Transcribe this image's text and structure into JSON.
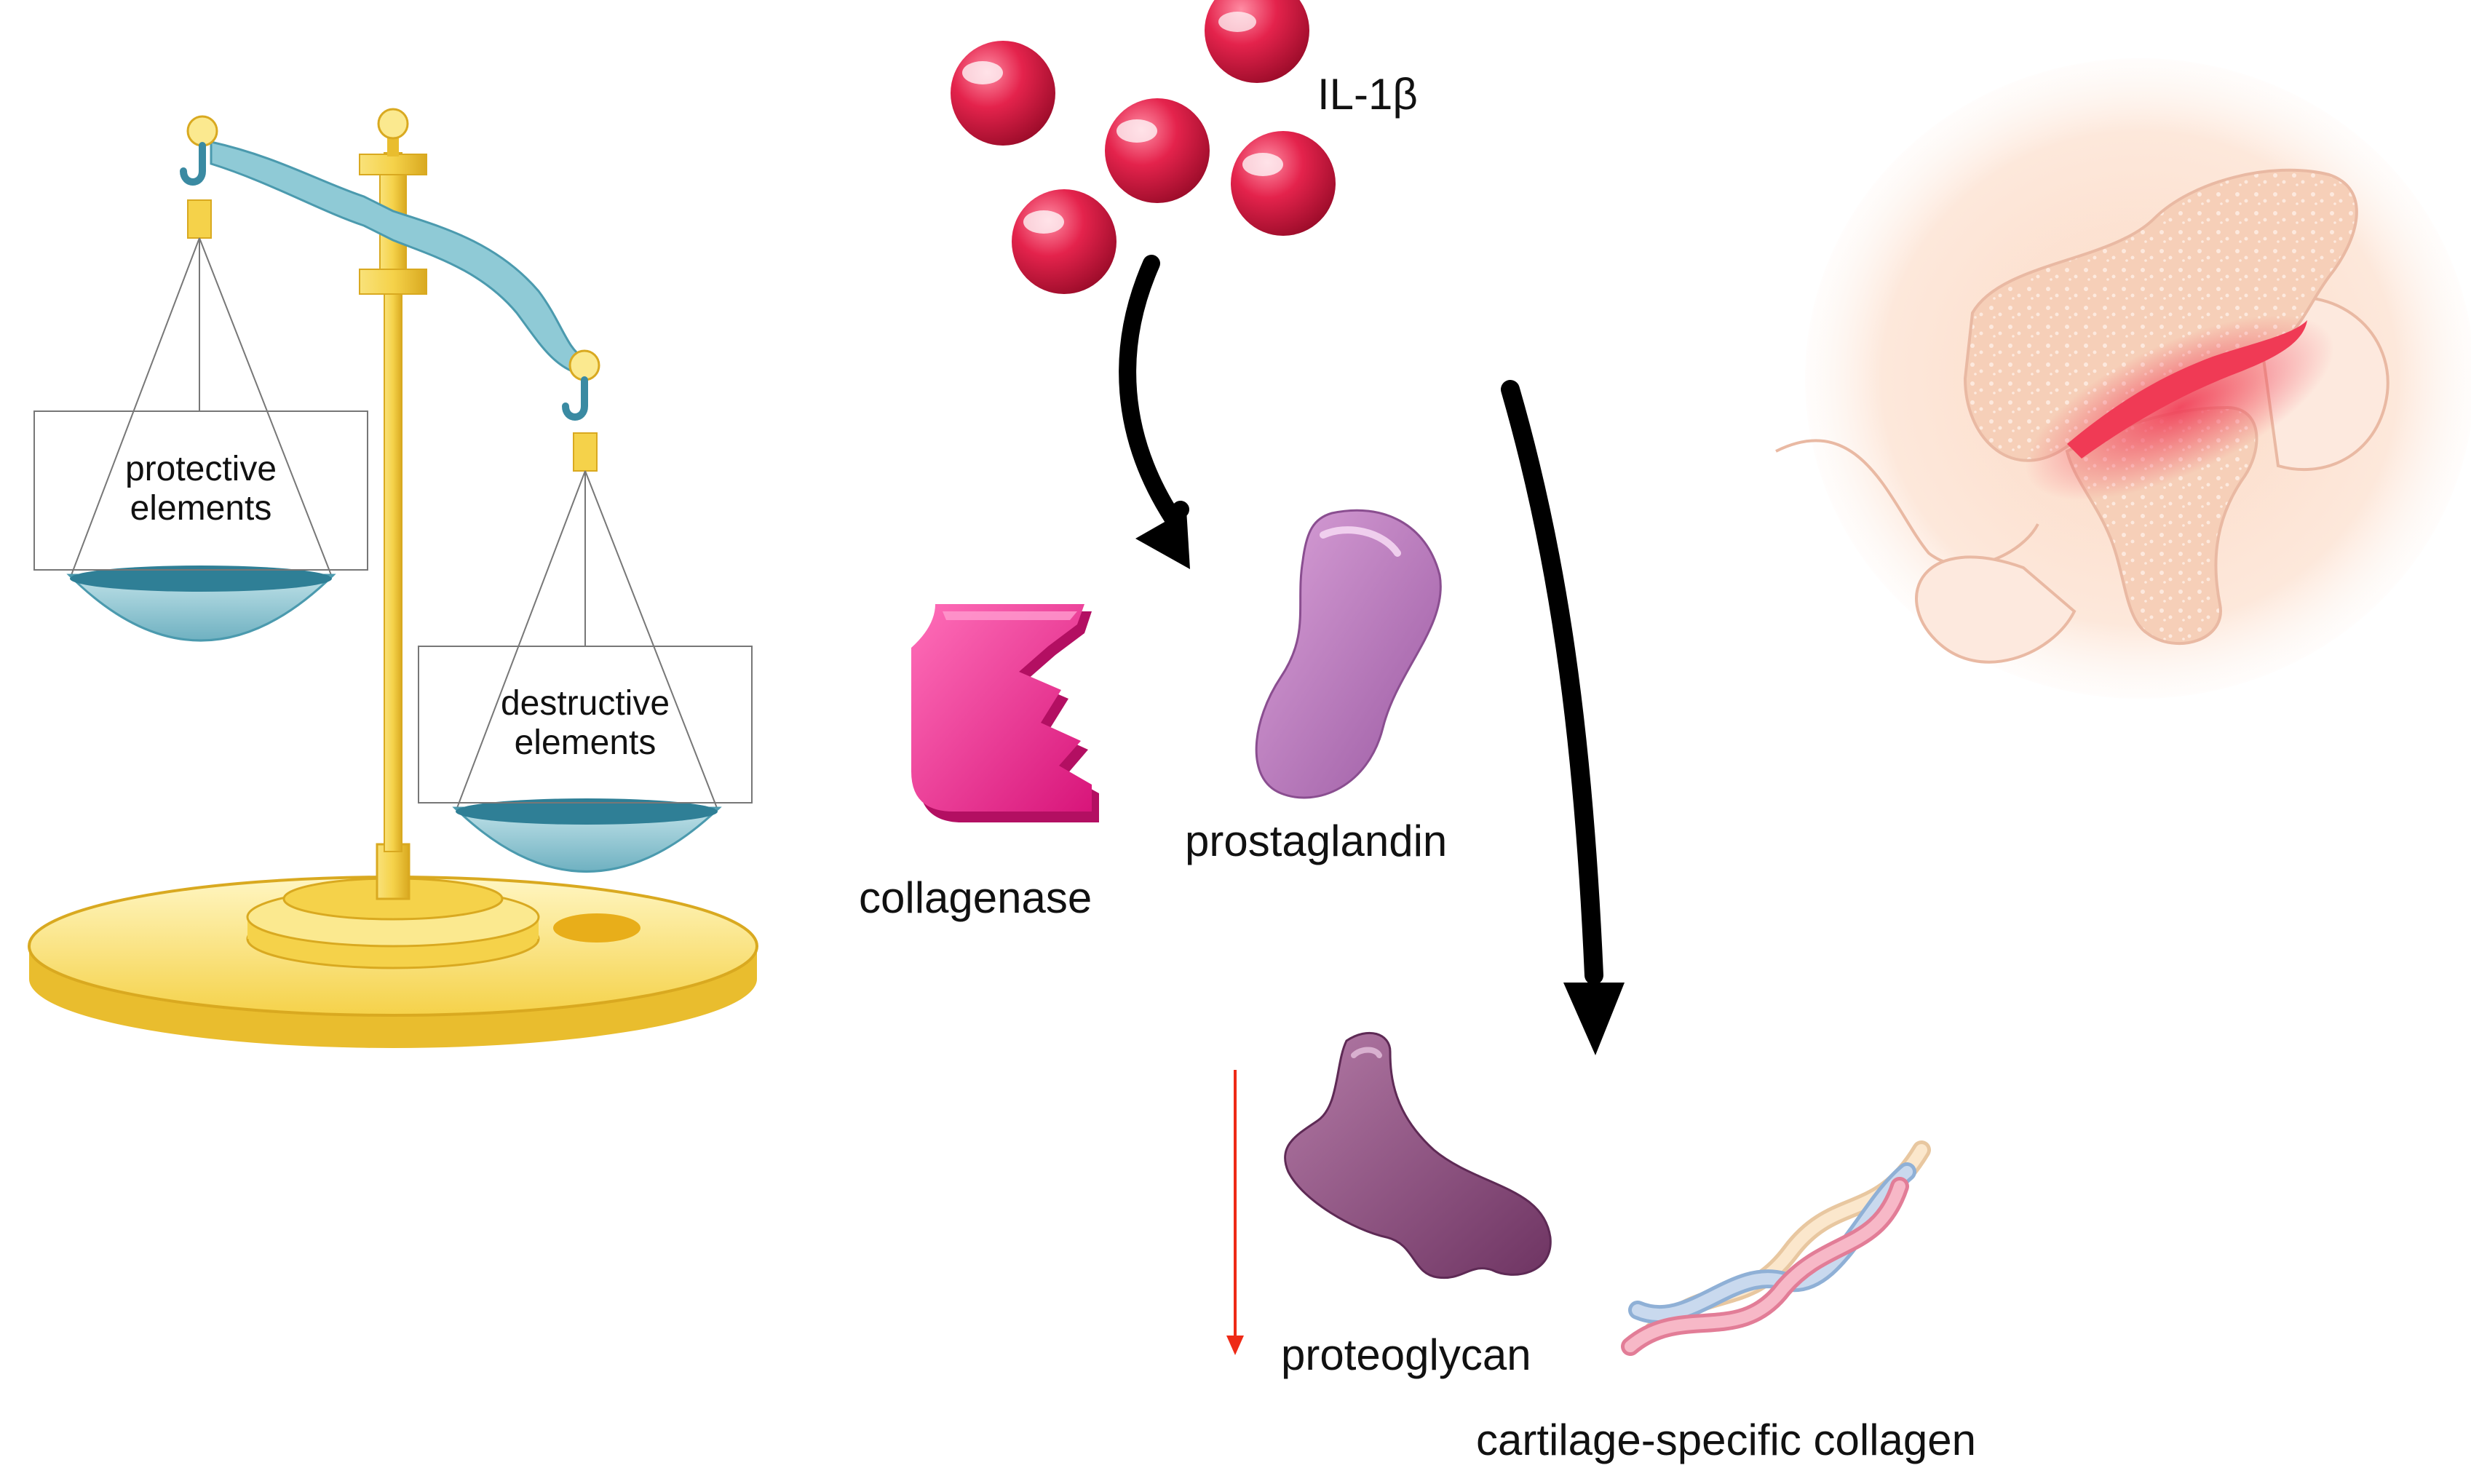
{
  "labels": {
    "il1b": "IL-1β",
    "protective_line1": "protective",
    "protective_line2": "elements",
    "destructive_line1": "destructive",
    "destructive_line2": "elements",
    "collagenase": "collagenase",
    "prostaglandin": "prostaglandin",
    "proteoglycan": "proteoglycan",
    "cartilage_collagen": "cartilage-specific collagen"
  },
  "colors": {
    "gold": "#f5d24a",
    "gold_dark": "#d9a920",
    "pan_blue": "#8cc4d0",
    "pan_dark": "#2f7f96",
    "beam_blue": "#8fcad6",
    "il1b_red": "#e4234c",
    "collagenase_pink": "#e8208a",
    "prostaglandin_purple": "#b06fb3",
    "proteoglycan_purple": "#8a4a7c",
    "decrease_arrow": "#ee2a16",
    "joint_skin": "#fbe3d3",
    "inflammation": "#f03a55"
  },
  "icons": [
    "balance-scale-icon",
    "il1b-molecule-icon",
    "collagenase-enzyme-icon",
    "prostaglandin-icon",
    "proteoglycan-icon",
    "collagen-triple-helix-icon",
    "inflamed-joint-icon"
  ]
}
